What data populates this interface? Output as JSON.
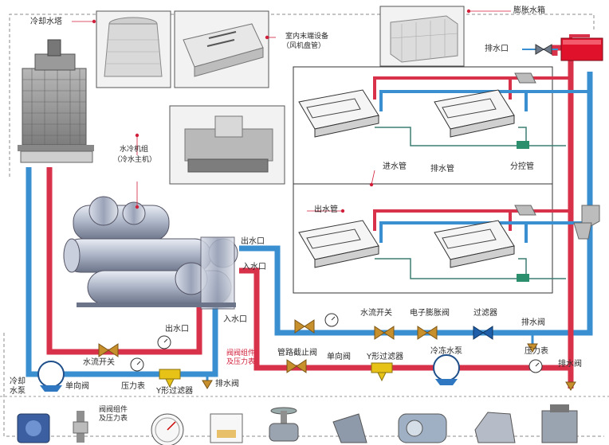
{
  "colors": {
    "supply_pipe": "#3a8fd0",
    "return_pipe": "#d8324a",
    "drain_pipe": "#3c7f73",
    "valve": "#c8902c",
    "pump": "#2f77c0",
    "strainer": "#e7c318",
    "callout": "#d11f3a",
    "expansion_tank": "#e0122b"
  },
  "labels": {
    "cooling_tower": "冷却水塔",
    "indoor_unit": "室内末端设备",
    "indoor_unit_sub": "（风机盘管）",
    "expansion_tank": "膨胀水箱",
    "drain_port": "排水口",
    "chiller": "水冷机组",
    "chiller_sub": "（冷水主机）",
    "inlet_pipe": "进水管",
    "drain_pipe": "排水管",
    "manifold": "分控管",
    "outlet_pipe": "出水管",
    "chiller_outlet": "出水口",
    "chiller_inlet": "入水口",
    "chiller_outlet_2": "出水口",
    "chiller_inlet_2": "入水口",
    "flow_switch": "水流开关",
    "electronic_expansion_valve": "电子膨胀阀",
    "filter": "过滤器",
    "drain_valve": "排水阀",
    "shutoff_valve": "管路截止阀",
    "check_valve": "单向阀",
    "y_strainer": "Y形过滤器",
    "chilled_water_pump": "冷冻水泵",
    "pressure_gauge": "压力表",
    "drain_valve_2": "排水阀",
    "valve_parts_note_1": "阀阀组件",
    "valve_parts_note_2": "及压力表",
    "cooling_water_pump_1": "冷却",
    "cooling_water_pump_2": "水泵",
    "flow_switch_2": "水流开关",
    "check_valve_2": "单向阀",
    "pressure_gauge_2": "压力表",
    "y_strainer_2": "Y形过滤器",
    "drain_valve_3": "排水阀",
    "bottom_note_1": "阀阀组件",
    "bottom_note_2": "及压力表"
  }
}
